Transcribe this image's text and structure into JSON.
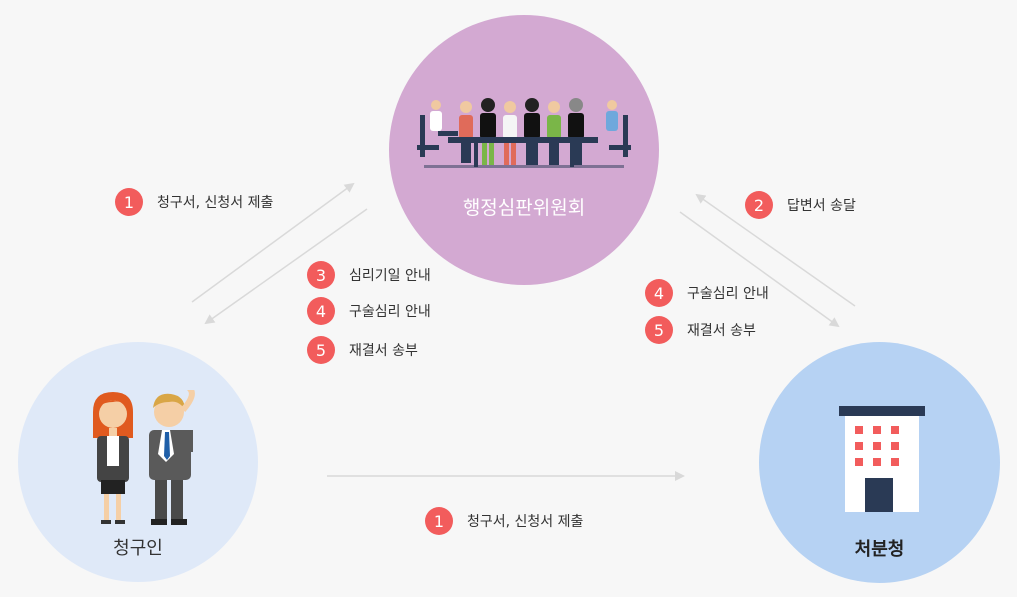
{
  "nodes": {
    "committee": {
      "label": "행정심판위원회",
      "color": "#d3a9d2"
    },
    "claimant": {
      "label": "청구인",
      "color": "#dfe9f8"
    },
    "agency": {
      "label": "처분청",
      "color": "#b6d2f3"
    }
  },
  "flows": {
    "claimant_to_committee": [
      {
        "num": "1",
        "text": "청구서, 신청서 제출"
      }
    ],
    "committee_to_claimant": [
      {
        "num": "3",
        "text": "심리기일 안내"
      },
      {
        "num": "4",
        "text": "구술심리 안내"
      },
      {
        "num": "5",
        "text": "재결서 송부"
      }
    ],
    "agency_to_committee": [
      {
        "num": "2",
        "text": "답변서 송달"
      }
    ],
    "committee_to_agency": [
      {
        "num": "4",
        "text": "구술심리 안내"
      },
      {
        "num": "5",
        "text": "재결서 송부"
      }
    ],
    "claimant_to_agency": [
      {
        "num": "1",
        "text": "청구서, 신청서 제출"
      }
    ]
  },
  "colors": {
    "badge": "#f25c5c",
    "arrow": "#d9d9d9",
    "background": "#f7f7f7"
  }
}
